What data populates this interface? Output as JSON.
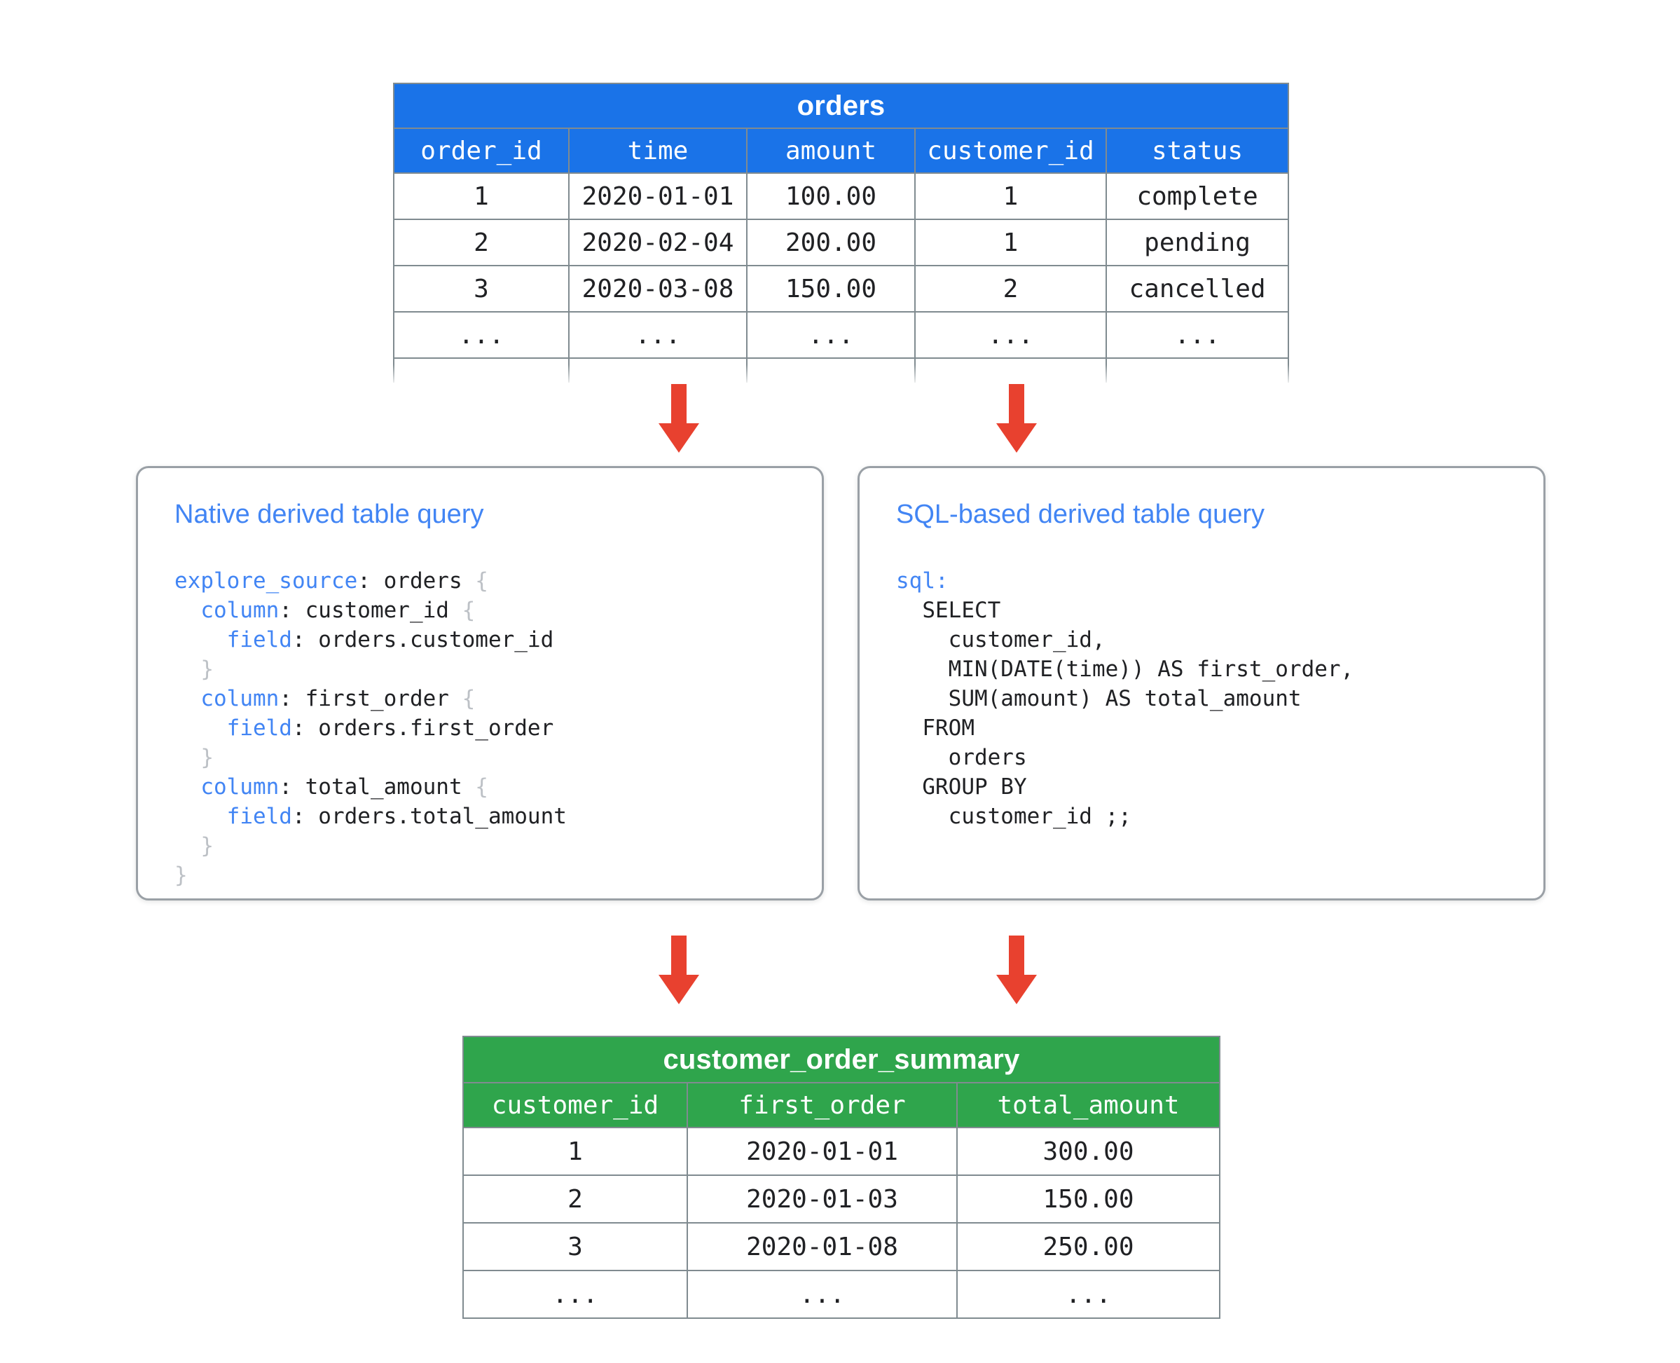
{
  "colors": {
    "source_table_header": "#1a73e8",
    "result_table_header": "#2fa54c",
    "arrow": "#e8412f",
    "card_heading": "#4285f4",
    "card_border": "#9aa0a6",
    "grid_line": "#808b90"
  },
  "source_table": {
    "title": "orders",
    "columns": [
      "order_id",
      "time",
      "amount",
      "customer_id",
      "status"
    ],
    "rows": [
      [
        "1",
        "2020-01-01",
        "100.00",
        "1",
        "complete"
      ],
      [
        "2",
        "2020-02-04",
        "200.00",
        "1",
        "pending"
      ],
      [
        "3",
        "2020-03-08",
        "150.00",
        "2",
        "cancelled"
      ],
      [
        "...",
        "...",
        "...",
        "...",
        "..."
      ]
    ],
    "truncated_row": [
      "",
      "",
      "",
      "",
      ""
    ]
  },
  "native_card": {
    "title": "Native derived table query",
    "code_lines": [
      [
        {
          "t": "explore_source",
          "c": "kw"
        },
        {
          "t": ": orders ",
          "c": "txt"
        },
        {
          "t": "{",
          "c": "brc"
        }
      ],
      [
        {
          "t": "  ",
          "c": "txt"
        },
        {
          "t": "column",
          "c": "kw"
        },
        {
          "t": ": customer_id ",
          "c": "txt"
        },
        {
          "t": "{",
          "c": "brc"
        }
      ],
      [
        {
          "t": "    ",
          "c": "txt"
        },
        {
          "t": "field",
          "c": "kw"
        },
        {
          "t": ": orders.customer_id",
          "c": "txt"
        }
      ],
      [
        {
          "t": "  ",
          "c": "txt"
        },
        {
          "t": "}",
          "c": "brc"
        }
      ],
      [
        {
          "t": "  ",
          "c": "txt"
        },
        {
          "t": "column",
          "c": "kw"
        },
        {
          "t": ": first_order ",
          "c": "txt"
        },
        {
          "t": "{",
          "c": "brc"
        }
      ],
      [
        {
          "t": "    ",
          "c": "txt"
        },
        {
          "t": "field",
          "c": "kw"
        },
        {
          "t": ": orders.first_order",
          "c": "txt"
        }
      ],
      [
        {
          "t": "  ",
          "c": "txt"
        },
        {
          "t": "}",
          "c": "brc"
        }
      ],
      [
        {
          "t": "  ",
          "c": "txt"
        },
        {
          "t": "column",
          "c": "kw"
        },
        {
          "t": ": total_amount ",
          "c": "txt"
        },
        {
          "t": "{",
          "c": "brc"
        }
      ],
      [
        {
          "t": "    ",
          "c": "txt"
        },
        {
          "t": "field",
          "c": "kw"
        },
        {
          "t": ": orders.total_amount",
          "c": "txt"
        }
      ],
      [
        {
          "t": "  ",
          "c": "txt"
        },
        {
          "t": "}",
          "c": "brc"
        }
      ],
      [
        {
          "t": "}",
          "c": "brc"
        }
      ]
    ]
  },
  "sql_card": {
    "title": "SQL-based derived table query",
    "code_lines": [
      [
        {
          "t": "sql",
          "c": "kw"
        },
        {
          "t": ":",
          "c": "kw"
        }
      ],
      [
        {
          "t": "  SELECT",
          "c": "txt"
        }
      ],
      [
        {
          "t": "    customer_id,",
          "c": "txt"
        }
      ],
      [
        {
          "t": "    MIN(DATE(time)) AS first_order,",
          "c": "txt"
        }
      ],
      [
        {
          "t": "    SUM(amount) AS total_amount",
          "c": "txt"
        }
      ],
      [
        {
          "t": "  FROM",
          "c": "txt"
        }
      ],
      [
        {
          "t": "    orders",
          "c": "txt"
        }
      ],
      [
        {
          "t": "  GROUP BY",
          "c": "txt"
        }
      ],
      [
        {
          "t": "    customer_id ;;",
          "c": "txt"
        }
      ]
    ]
  },
  "result_table": {
    "title": "customer_order_summary",
    "columns": [
      "customer_id",
      "first_order",
      "total_amount"
    ],
    "rows": [
      [
        "1",
        "2020-01-01",
        "300.00"
      ],
      [
        "2",
        "2020-01-03",
        "150.00"
      ],
      [
        "3",
        "2020-01-08",
        "250.00"
      ],
      [
        "...",
        "...",
        "..."
      ]
    ]
  },
  "arrows": [
    {
      "name": "orders-to-native",
      "direction": "down"
    },
    {
      "name": "orders-to-sql",
      "direction": "down"
    },
    {
      "name": "native-to-summary",
      "direction": "down"
    },
    {
      "name": "sql-to-summary",
      "direction": "down"
    }
  ]
}
